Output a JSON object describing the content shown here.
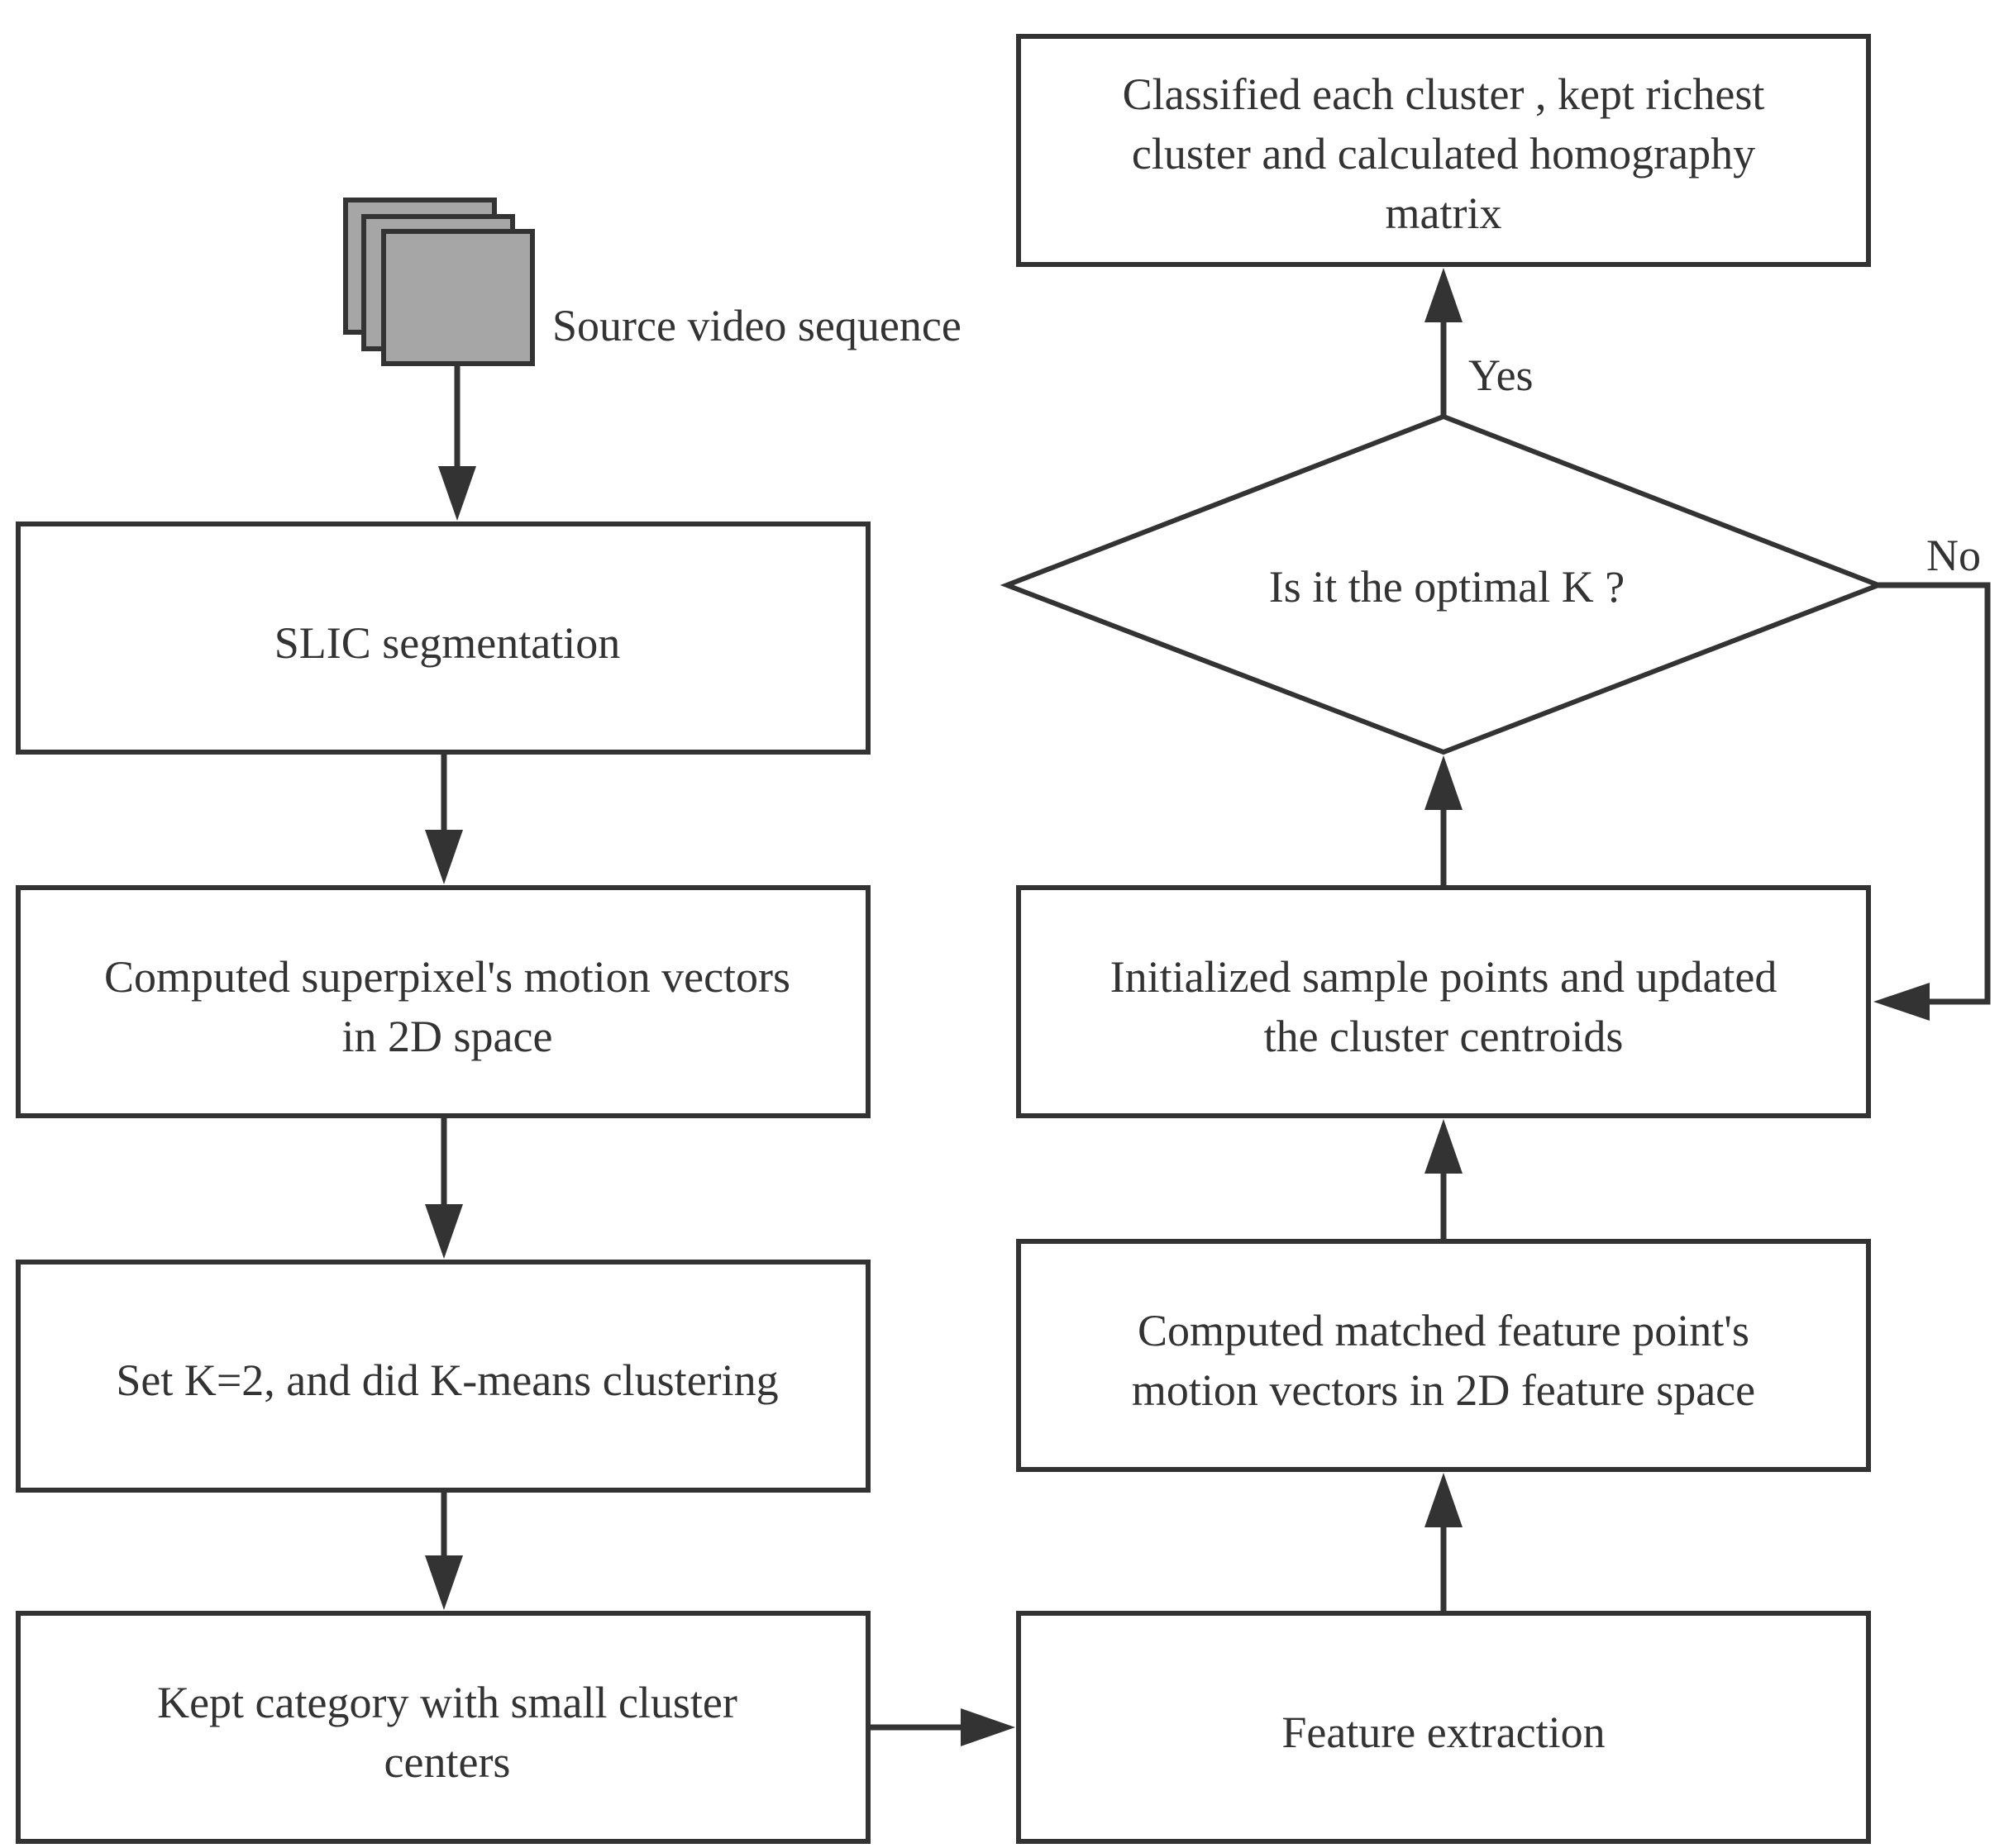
{
  "source": {
    "label": "Source video sequence"
  },
  "left_column": [
    {
      "lines": [
        "SLIC  segmentation"
      ]
    },
    {
      "lines": [
        "Computed superpixel's motion vectors",
        "in 2D space"
      ]
    },
    {
      "lines": [
        "Set K=2, and did K-means clustering"
      ]
    },
    {
      "lines": [
        "Kept category with small cluster",
        "centers"
      ]
    }
  ],
  "right_column": {
    "feature_extraction": {
      "lines": [
        "Feature extraction"
      ]
    },
    "matched_motion": {
      "lines": [
        "Computed matched feature point's",
        "motion vectors in 2D feature space"
      ]
    },
    "init_samples": {
      "lines": [
        "Initialized sample points and updated",
        "the cluster centroids"
      ]
    },
    "decision": {
      "lines": [
        "Is it the optimal K ?"
      ]
    },
    "classified": {
      "lines": [
        "Classified each cluster , kept richest",
        "cluster and calculated homography",
        "matrix"
      ]
    }
  },
  "edge_labels": {
    "yes": "Yes",
    "no": "No"
  },
  "colors": {
    "stroke": "#333333",
    "stack_fill": "#a6a6a6",
    "background": "#ffffff"
  }
}
